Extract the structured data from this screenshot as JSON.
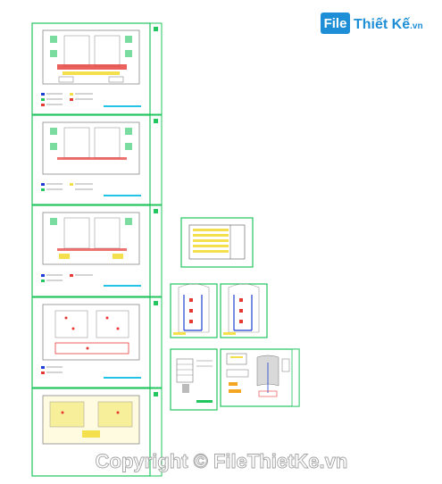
{
  "brand": {
    "logo_box_text": "File",
    "logo_rest_text": "Thiết Kế",
    "logo_suffix": ".vn",
    "color_primary": "#1e8fd6",
    "color_box": "#1e8fd6"
  },
  "watermark": {
    "text": "Copyright © FileThietKe.vn"
  },
  "colors": {
    "sheet_border": "#22c55e",
    "wall": "#7a7a7a",
    "red": "#e53935",
    "blue": "#1e3fcf",
    "yellow": "#f4e04d",
    "cyan": "#22c3e6"
  }
}
